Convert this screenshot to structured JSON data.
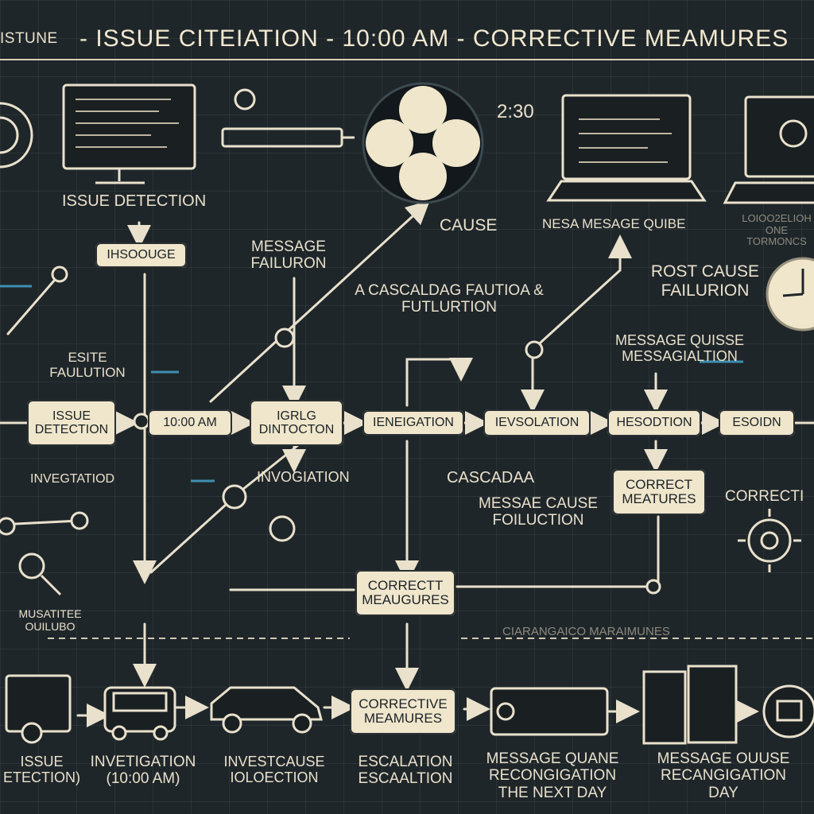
{
  "header": {
    "prefix": "ISTUNE",
    "title": "- ISSUE CITEIATION - 10:00 AM - CORRECTIVE MEAMURES"
  },
  "top_row": {
    "issue_detection": "ISSUE DETECTION",
    "time_label": "2:30",
    "message_failure": "MESSAGE FAILURON",
    "cause": "CAUSE",
    "message_queue": "NESA MESAGE QUIBE",
    "badge_box": "IHSOOUGE",
    "small_caption_right": "LOIOO2ELIOH ONE TORMONCS"
  },
  "middle_labels": {
    "cascade": "A CASCALDAG FAUTIOA & FUTLURTION",
    "root_cause": "ROST CAUSE FAILURION",
    "message_quise": "MESSAGE QUISSE MESSAGIALTION",
    "state_failure": "ESITE FAULUTION",
    "investigated": "INVEGTATIOD",
    "invogiation": "INVOGIATION",
    "cascadaa": "CASCADAA",
    "message_cause": "MESSAE CAUSE FOILUCTION",
    "corrective_right": "CORRECTI",
    "musatitee": "MUSATITEE OUILUBO",
    "mid_caption": "CIARANGAICO MARAIMUNES"
  },
  "process_boxes": [
    "ISSUE DETECTION",
    "10:00 AM",
    "IGRLG DINTOCTON",
    "IENEIGATION",
    "IEVSOLATION",
    "HESODTION",
    "ESOIDN"
  ],
  "corrective_boxes": {
    "right": "CORRECT MEATURES",
    "center": "CORRECTT MEAUGURES",
    "bottom": "CORRECTIVE MEAMURES"
  },
  "bottom_labels": [
    "ISSUE ETECTION)",
    "INVETIGATION (10:00 AM)",
    "INVESTCAUSE IOLOECTION",
    "ESCALATION ESCAALTION",
    "MESSAGE QUANE RECONGIGATION THE NEXT DAY",
    "MESSAGE OUUSE RECANGIGATION DAY"
  ],
  "colors": {
    "background": "#1f262a",
    "chalk": "#e9e1cc",
    "box_fill": "#efe6cc",
    "accent_blue": "#3f8fb0"
  }
}
